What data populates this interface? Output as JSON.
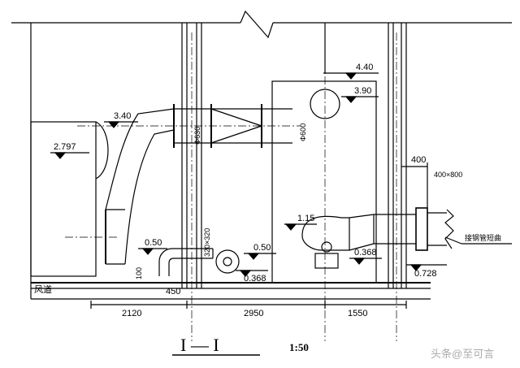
{
  "elevations": {
    "e_340": "3.40",
    "e_2797": "2.797",
    "e_440": "4.40",
    "e_390": "3.90",
    "e_050_left": "0.50",
    "e_050_right": "0.50",
    "e_115": "1.15",
    "e_0368_left": "0.368",
    "e_0368_right": "0.368",
    "e_0728": "0.728"
  },
  "sizes": {
    "d600": "Φ600",
    "d630": "Φ630",
    "rect_320x320": "320×320",
    "rect_400x800": "400×800",
    "dim_400": "400",
    "dim_100": "100",
    "dim_450": "450"
  },
  "labels": {
    "air_duct": "风道",
    "connect_note": "接钢管短曲"
  },
  "dimensions": [
    "2120",
    "2950",
    "1550"
  ],
  "title": {
    "section": "I — I",
    "scale": "1:50"
  },
  "watermark": "头条@至可言"
}
